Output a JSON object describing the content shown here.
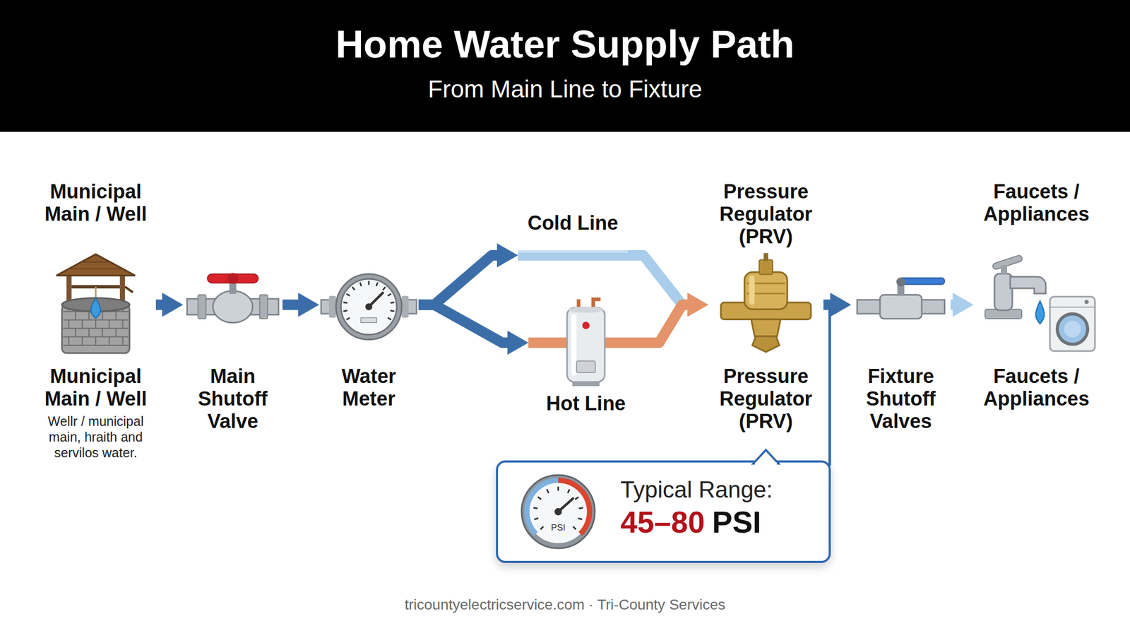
{
  "diagram": {
    "title": "Home Water Supply Path",
    "caption": "From Main Line to Fixture",
    "nodes": [
      {
        "text": [
          "Municipal Main / Well",
          "Municipal Main / Well",
          "Wellr / municipal main, hraith and servilos water."
        ]
      },
      {
        "text": [
          "Main Shutoff Valve"
        ]
      },
      {
        "text": [
          "Water Meter"
        ]
      },
      {
        "text": [
          "Cold Line"
        ]
      },
      {
        "text": [
          "Hot Line"
        ]
      },
      {
        "text": [
          "Pressure Regulator (PRV)",
          "Pressure Regulator (PRV)"
        ]
      },
      {
        "text": [
          "Typical Range:",
          "45–80",
          "PSI",
          "PSI"
        ]
      },
      {
        "text": [
          "Fixture Shutoff Valves"
        ]
      },
      {
        "text": [
          "Faucets / Appliances",
          "Faucets / Appliances"
        ]
      }
    ],
    "edges": [
      {
        "from": 0,
        "to": 1,
        "arrow": "to"
      },
      {
        "from": 1,
        "to": 2,
        "arrow": "to"
      },
      {
        "from": 2,
        "to": 3,
        "arrow": "to"
      },
      {
        "from": 2,
        "to": 4,
        "arrow": "to"
      },
      {
        "from": 3,
        "to": 5,
        "arrow": "to"
      },
      {
        "from": 4,
        "to": 5,
        "arrow": "to"
      },
      {
        "from": 5,
        "to": 7,
        "arrow": "to"
      },
      {
        "from": 7,
        "to": 8,
        "arrow": "to"
      }
    ],
    "labels": [
      "tricountyelectricservice.com · Tri-County Services"
    ]
  }
}
